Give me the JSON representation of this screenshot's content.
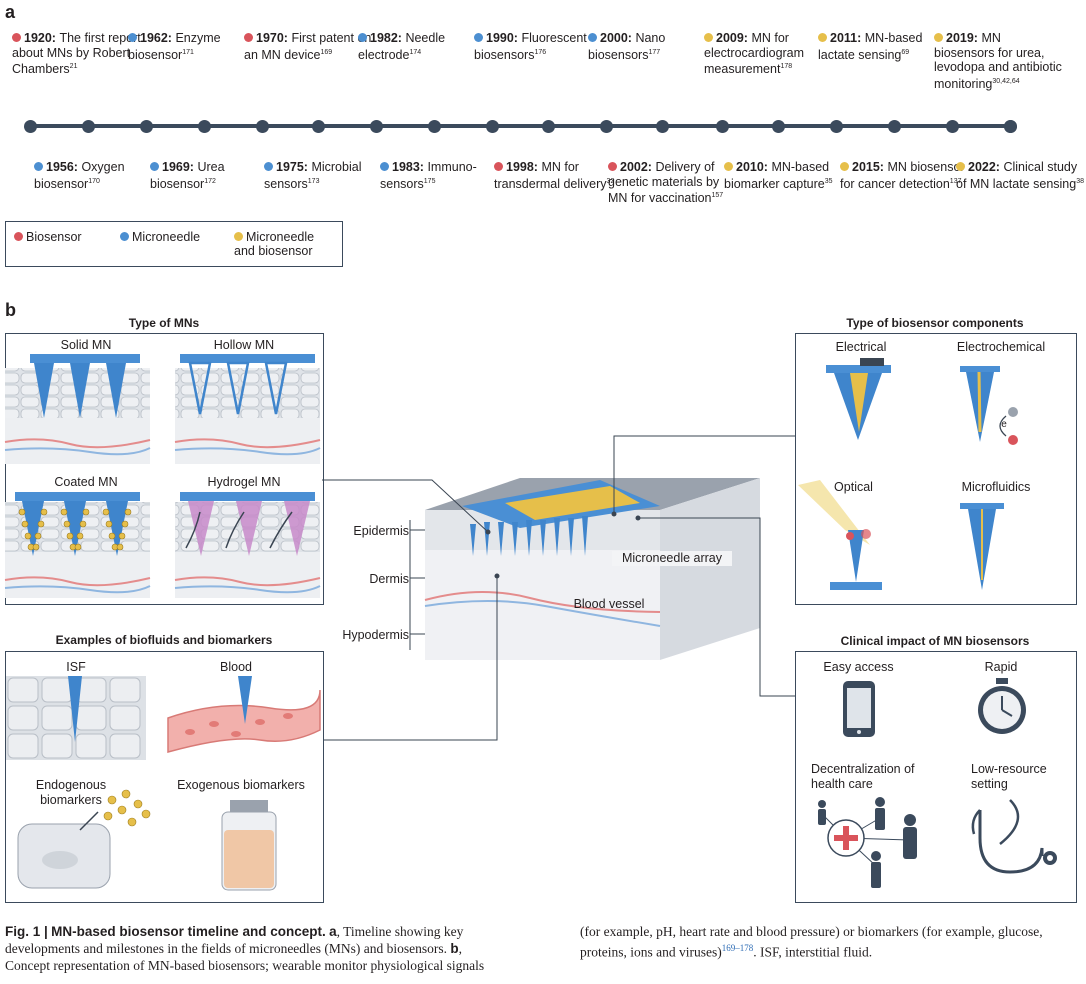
{
  "panel_a_letter": "a",
  "panel_b_letter": "b",
  "colors": {
    "biosensor": "#d9545b",
    "microneedle": "#4c8fd1",
    "both": "#e6bf4a",
    "axis": "#3b4a5c"
  },
  "timeline_top": [
    {
      "year": "1920:",
      "text": "The first report about MNs by Robert Chambers",
      "ref": "21",
      "cat": "biosensor"
    },
    {
      "year": "1962:",
      "text": "Enzyme biosensor",
      "ref": "171",
      "cat": "microneedle"
    },
    {
      "year": "1970:",
      "text": "First patent on an MN device",
      "ref": "169",
      "cat": "biosensor"
    },
    {
      "year": "1982:",
      "text": "Needle electrode",
      "ref": "174",
      "cat": "microneedle"
    },
    {
      "year": "1990:",
      "text": "Fluorescent biosensors",
      "ref": "176",
      "cat": "microneedle"
    },
    {
      "year": "2000:",
      "text": "Nano biosensors",
      "ref": "177",
      "cat": "microneedle"
    },
    {
      "year": "2009:",
      "text": "MN for electrocardiogram measurement",
      "ref": "178",
      "cat": "both"
    },
    {
      "year": "2011:",
      "text": "MN-based lactate sensing",
      "ref": "69",
      "cat": "both"
    },
    {
      "year": "2019:",
      "text": "MN biosensors for urea, levodopa and antibiotic monitoring",
      "ref": "30,42,64",
      "cat": "both"
    }
  ],
  "timeline_bottom": [
    {
      "year": "1956:",
      "text": "Oxygen biosensor",
      "ref": "170",
      "cat": "microneedle"
    },
    {
      "year": "1969:",
      "text": "Urea biosensor",
      "ref": "172",
      "cat": "microneedle"
    },
    {
      "year": "1975:",
      "text": "Microbial sensors",
      "ref": "173",
      "cat": "microneedle"
    },
    {
      "year": "1983:",
      "text": "Immuno-sensors",
      "ref": "175",
      "cat": "microneedle"
    },
    {
      "year": "1998:",
      "text": "MN for transdermal delivery",
      "ref": "32",
      "cat": "biosensor"
    },
    {
      "year": "2002:",
      "text": "Delivery of genetic materials by MN for vaccination",
      "ref": "157",
      "cat": "biosensor"
    },
    {
      "year": "2010:",
      "text": "MN-based biomarker capture",
      "ref": "35",
      "cat": "both"
    },
    {
      "year": "2015:",
      "text": "MN biosensor for cancer detection",
      "ref": "137",
      "cat": "both"
    },
    {
      "year": "2022:",
      "text": "Clinical study of MN lactate sensing",
      "ref": "38",
      "cat": "both"
    }
  ],
  "legend": {
    "biosensor": "Biosensor",
    "microneedle": "Microneedle",
    "both": "Microneedle and biosensor"
  },
  "types_of_mns": {
    "title": "Type of MNs",
    "solid": "Solid MN",
    "hollow": "Hollow MN",
    "coated": "Coated MN",
    "hydrogel": "Hydrogel MN"
  },
  "biofluids": {
    "title": "Examples of biofluids and biomarkers",
    "isf": "ISF",
    "blood": "Blood",
    "endogenous": "Endogenous biomarkers",
    "exogenous": "Exogenous biomarkers"
  },
  "skin": {
    "epidermis": "Epidermis",
    "dermis": "Dermis",
    "hypodermis": "Hypodermis",
    "array": "Microneedle array",
    "vessel": "Blood vessel"
  },
  "components": {
    "title": "Type of biosensor components",
    "electrical": "Electrical",
    "electrochemical": "Electrochemical",
    "optical": "Optical",
    "microfluidics": "Microfluidics",
    "electron": "e"
  },
  "clinical": {
    "title": "Clinical impact of MN biosensors",
    "easy": "Easy access",
    "rapid": "Rapid",
    "decentral": "Decentralization of health care",
    "lowres": "Low-resource setting"
  },
  "caption": {
    "label": "Fig. 1 |",
    "title": "MN-based biosensor timeline and concept.",
    "a_key": "a",
    "a_text": ", Timeline showing key developments and milestones in the fields of microneedles (MNs) and biosensors.",
    "b_key": "b",
    "b_text": ", Concept representation of MN-based biosensors; wearable monitor physiological signals (for example, pH, heart rate and blood pressure) or biomarkers (for example, glucose, proteins, ions and viruses)",
    "b_ref": "169–178",
    "b_tail": ". ISF, interstitial fluid."
  }
}
